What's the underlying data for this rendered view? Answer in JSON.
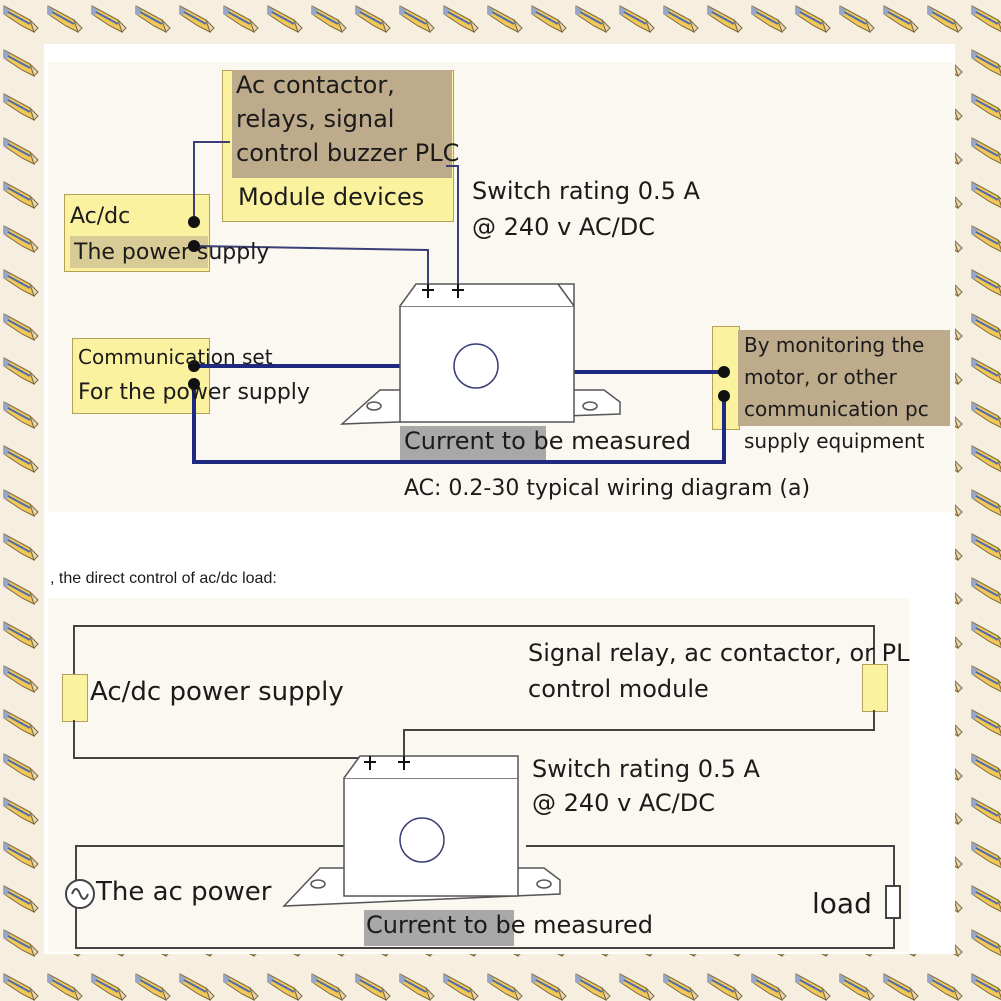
{
  "diagram_a": {
    "module_label": "Ac contactor,\nrelays, signal\ncontrol buzzer PLC",
    "module_label_line1": "Ac contactor,",
    "module_label_line2": "relays, signal",
    "module_label_line3": "control buzzer PLC",
    "module_devices": "Module devices",
    "switch_rating_line1": "Switch rating 0.5 A",
    "switch_rating_line2": "@ 240 v AC/DC",
    "acdc_label": "Ac/dc",
    "power_supply_label": "The power supply",
    "communication_set": "Communication set",
    "for_power_supply": "For the power supply",
    "monitor_line1": "By monitoring the",
    "monitor_line2": "motor, or other",
    "monitor_line3": "communication pc",
    "monitor_line4": "supply equipment",
    "current_measured": "Current to be measured",
    "caption": "AC: 0.2-30 typical wiring diagram (a)"
  },
  "intro_text": ", the direct control of ac/dc load:",
  "diagram_b": {
    "acdc_power_supply": "Ac/dc power supply",
    "signal_relay_line1": "Signal relay, ac contactor, or PL",
    "signal_relay_line2": "control module",
    "switch_rating_line1": "Switch rating 0.5 A",
    "switch_rating_line2": "@ 240 v AC/DC",
    "ac_power": "The ac power",
    "load": "load",
    "current_measured": "Current to be measured"
  },
  "colors": {
    "wire_dark": "#1e2a82",
    "wire_thin": "#3a3f78",
    "box_yellow": "#fbf2a0",
    "tan_highlight": "#bdab8c",
    "gray_highlight": "#a8a8a8"
  },
  "icons": [
    "pencil-border-icon",
    "current-sensor-icon",
    "terminal-plus-icon",
    "ac-source-icon",
    "resistor-load-icon"
  ]
}
